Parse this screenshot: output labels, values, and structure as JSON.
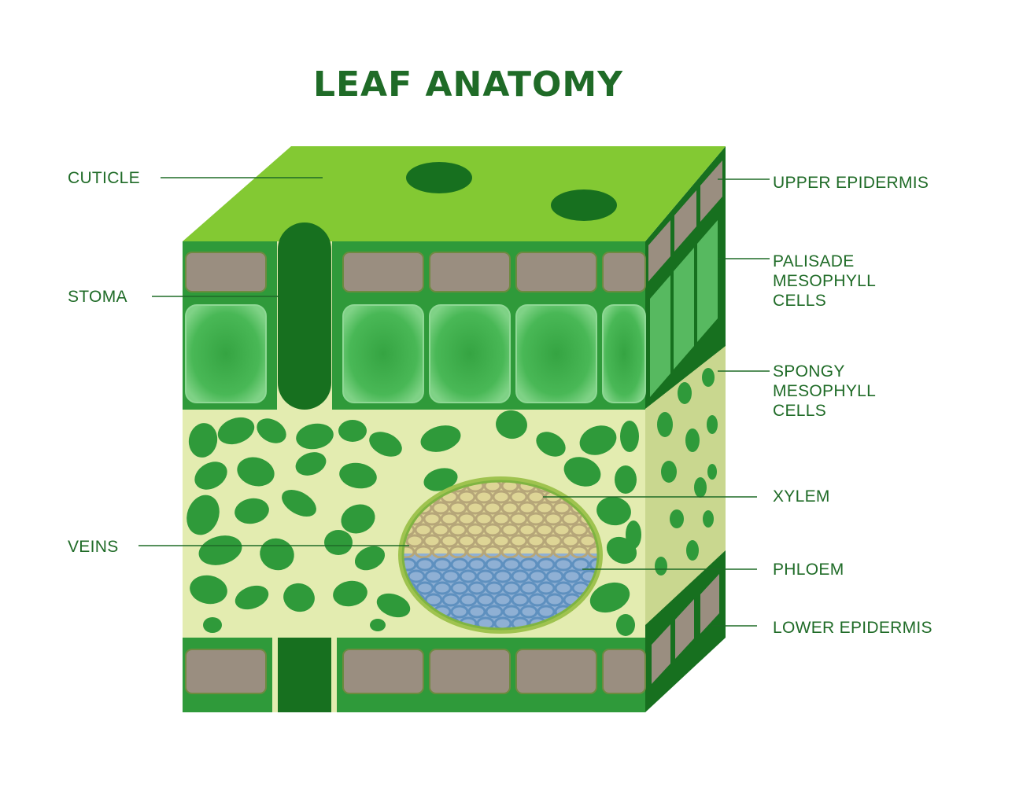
{
  "title": "LEAF ANATOMY",
  "colors": {
    "text": "#1f6b27",
    "top_face": "#83c933",
    "dark_green": "#17701f",
    "mid_green": "#2f9a3a",
    "cell_green": "#3cb04a",
    "cell_highlight": "#63c56c",
    "epidermis_cell": "#9a8e80",
    "spongy_bg": "#e3ecb0",
    "spongy_blob": "#2f9a3a",
    "xylem_bg": "#ded596",
    "xylem_ring": "#b6a679",
    "phloem_bg": "#8fb0d4",
    "phloem_ring": "#5e90bf",
    "leader_line": "#1f6b27"
  },
  "labels": {
    "cuticle": "CUTICLE",
    "stoma": "STOMA",
    "veins": "VEINS",
    "upper_epidermis": "UPPER EPIDERMIS",
    "palisade": "PALISADE\nMESOPHYLL\nCELLS",
    "spongy": "SPONGY\nMESOPHYLL\nCELLS",
    "xylem": "XYLEM",
    "phloem": "PHLOEM",
    "lower_epidermis": "LOWER EPIDERMIS"
  }
}
